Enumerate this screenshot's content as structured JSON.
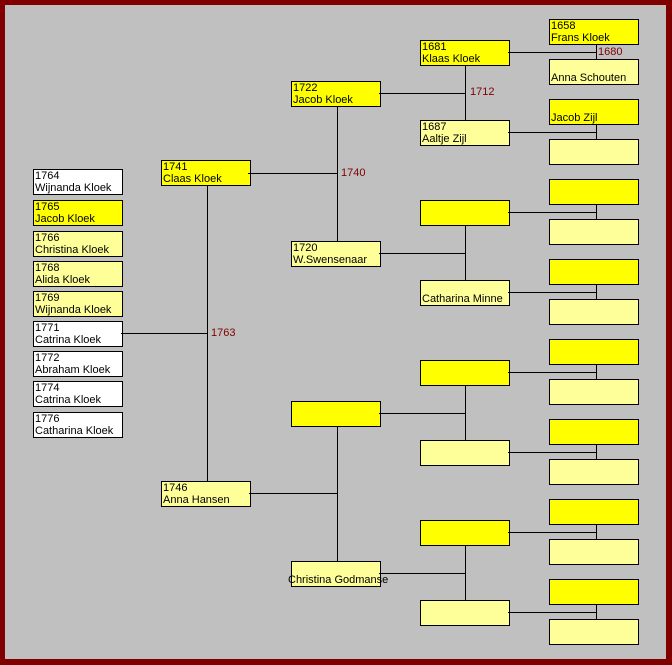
{
  "children": [
    {
      "year": "1764",
      "name": "Wijnanda Kloek",
      "color": "#ffffff"
    },
    {
      "year": "1765",
      "name": "Jacob Kloek",
      "color": "#ffff00"
    },
    {
      "year": "1766",
      "name": "Christina Kloek",
      "color": "#ffff99"
    },
    {
      "year": "1768",
      "name": "Alida Kloek",
      "color": "#ffff99"
    },
    {
      "year": "1769",
      "name": "Wijnanda Kloek",
      "color": "#ffff99"
    },
    {
      "year": "1771",
      "name": "Catrina Kloek",
      "color": "#ffffff"
    },
    {
      "year": "1772",
      "name": "Abraham Kloek",
      "color": "#ffffff"
    },
    {
      "year": "1774",
      "name": "Catrina Kloek",
      "color": "#ffffff"
    },
    {
      "year": "1776",
      "name": "Catharina Kloek",
      "color": "#ffffff"
    }
  ],
  "gen1": [
    {
      "year": "1741",
      "name": "Claas Kloek"
    },
    {
      "year": "1746",
      "name": "Anna Hansen"
    }
  ],
  "gen2": [
    {
      "year": "1722",
      "name": "Jacob Kloek"
    },
    {
      "year": "1720",
      "name": "W.Swensenaar"
    },
    {
      "year": "",
      "name": ""
    },
    {
      "year": "",
      "name": "Christina Godmanse"
    }
  ],
  "gen3": [
    {
      "year": "1681",
      "name": "Klaas Kloek"
    },
    {
      "year": "1687",
      "name": "Aaltje Zijl"
    },
    {
      "year": "",
      "name": ""
    },
    {
      "year": "",
      "name": "Catharina Minne"
    },
    {
      "year": "",
      "name": ""
    },
    {
      "year": "",
      "name": ""
    },
    {
      "year": "",
      "name": ""
    },
    {
      "year": "",
      "name": ""
    }
  ],
  "gen4": [
    {
      "year": "1658",
      "name": "Frans Kloek"
    },
    {
      "year": "",
      "name": "Anna Schouten"
    },
    {
      "year": "",
      "name": "Jacob Zijl"
    },
    {
      "year": "",
      "name": ""
    }
  ],
  "marriages": {
    "children": "1763",
    "gen1": "1740",
    "gen2_0": "1712",
    "gen3_0": "1680"
  },
  "colors": {
    "male": "#ffff00",
    "female": "#ffff99",
    "border": "#800000",
    "background": "#c0c0c0",
    "marriage_year": "#800000"
  }
}
